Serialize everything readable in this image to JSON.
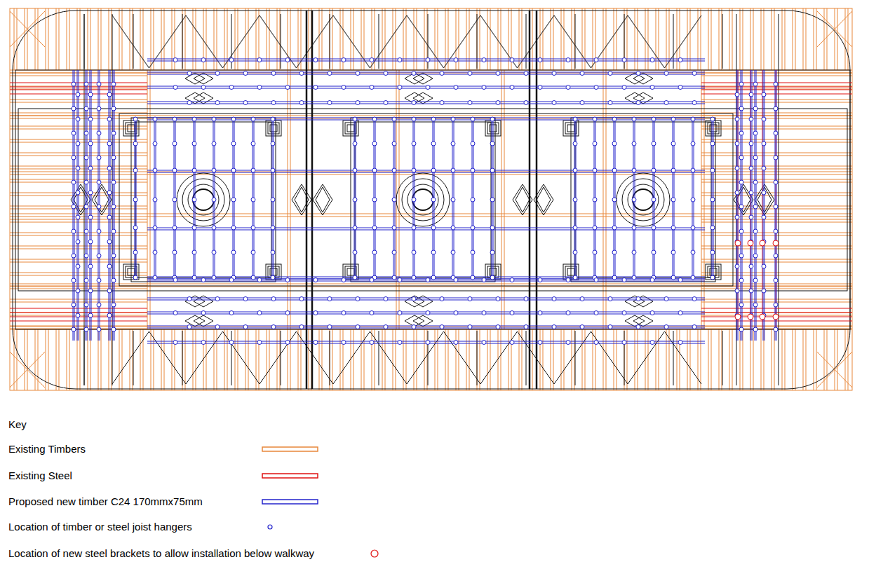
{
  "diagram": {
    "labels": [
      "Key"
    ],
    "legend": [
      {
        "text": "Existing Timbers"
      },
      {
        "text": "Existing Steel"
      },
      {
        "text": "Proposed new timber C24 170mmx75mm"
      },
      {
        "text": "Location of timber or steel joist hangers"
      },
      {
        "text": "Location of new steel brackets to allow installation below walkway"
      }
    ]
  }
}
